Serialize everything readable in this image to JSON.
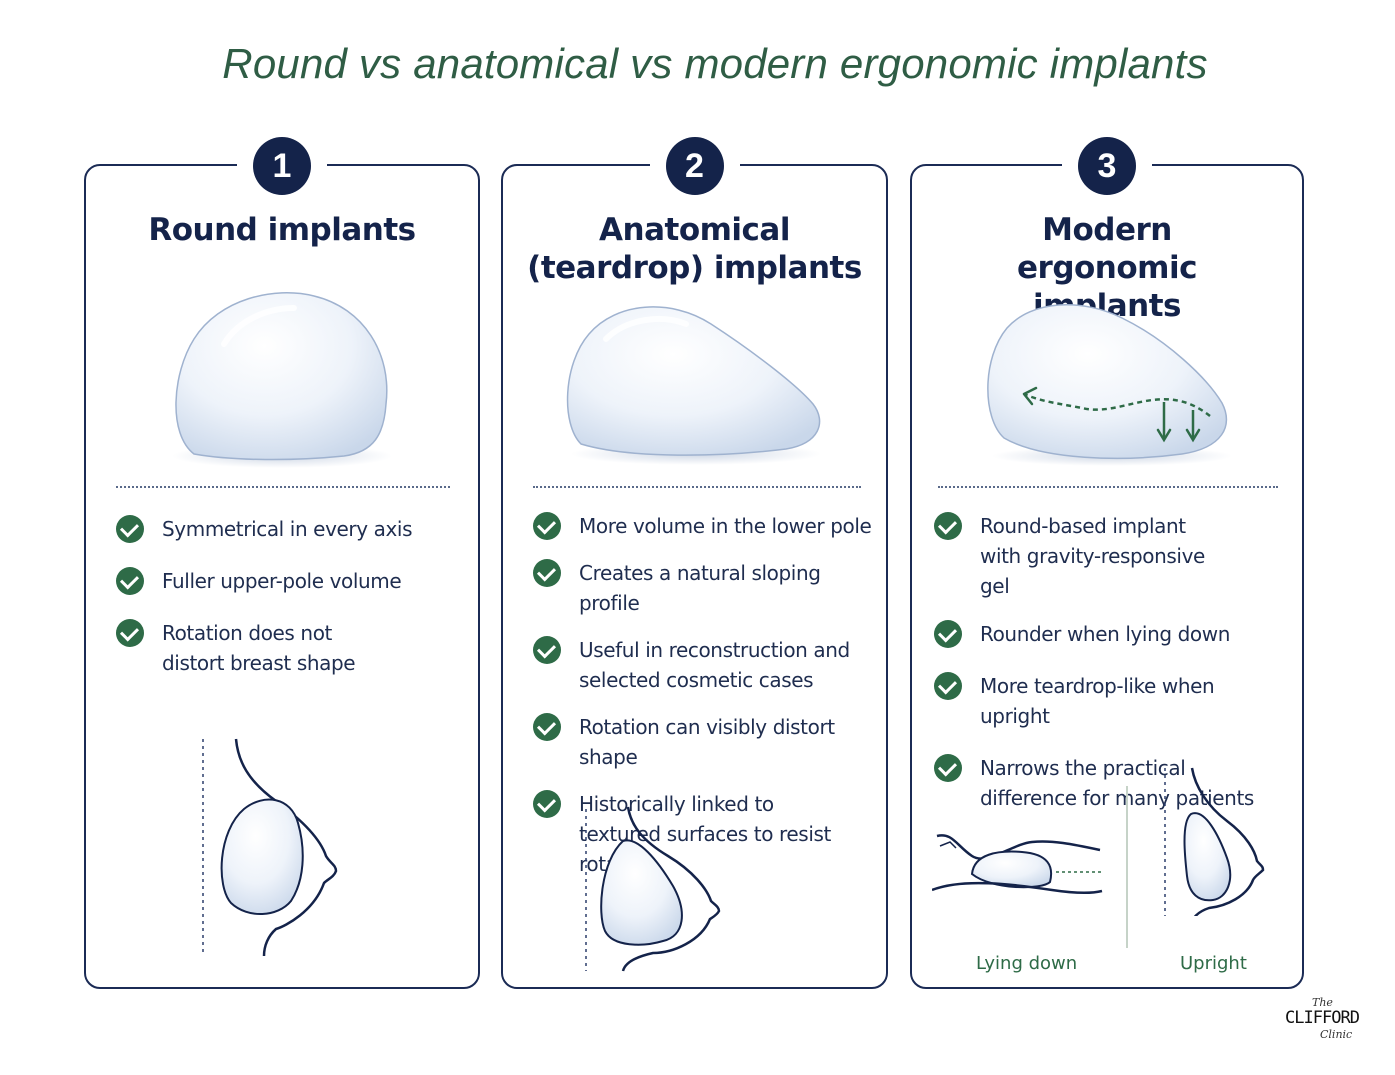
{
  "title": "Round vs anatomical vs modern ergonomic implants",
  "cards": [
    {
      "number": "1",
      "title": "Round implants",
      "features": [
        "Symmetrical in every axis",
        "Fuller upper-pole volume",
        "Rotation does not distort breast shape"
      ]
    },
    {
      "number": "2",
      "title": "Anatomical (teardrop) implants",
      "features": [
        "More volume in the lower pole",
        "Creates a natural sloping profile",
        "Useful in reconstruction and selected cosmetic cases",
        "Rotation can visibly distort shape",
        "Historically linked to textured surfaces to resist rotation"
      ]
    },
    {
      "number": "3",
      "title": "Modern ergonomic implants",
      "features": [
        "Round-based implant with gravity-responsive gel",
        "Rounder when lying down",
        "More teardrop-like when upright",
        "Narrows the practical difference for many patients"
      ],
      "captions": {
        "lying": "Lying down",
        "upright": "Upright"
      }
    }
  ],
  "logo": {
    "top": "The",
    "main": "CLIFFORD",
    "bottom": "Clinic"
  },
  "colors": {
    "navy": "#14234a",
    "green": "#2e6b47",
    "title_green": "#2f5d45"
  }
}
